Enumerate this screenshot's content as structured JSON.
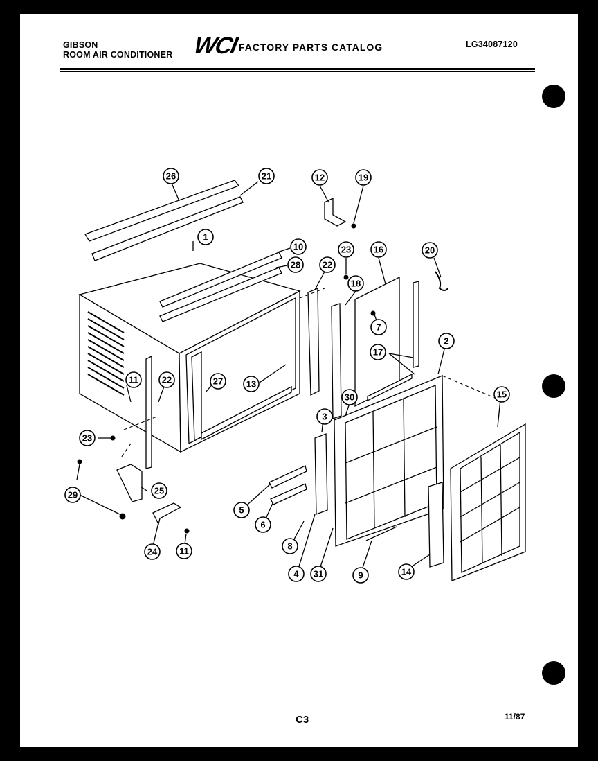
{
  "header": {
    "brand_line1": "GIBSON",
    "brand_line2": "ROOM AIR CONDITIONER",
    "logo": "WCI",
    "catalog_title": "FACTORY PARTS CATALOG",
    "model_number": "LG34087120"
  },
  "footer": {
    "page_number": "C3",
    "date": "11/87"
  },
  "callouts": [
    "26",
    "21",
    "1",
    "10",
    "28",
    "12",
    "19",
    "23",
    "22",
    "18",
    "16",
    "20",
    "7",
    "17",
    "2",
    "15",
    "11",
    "22",
    "27",
    "13",
    "30",
    "3",
    "23",
    "29",
    "25",
    "5",
    "6",
    "8",
    "24",
    "11",
    "4",
    "31",
    "9",
    "14"
  ]
}
